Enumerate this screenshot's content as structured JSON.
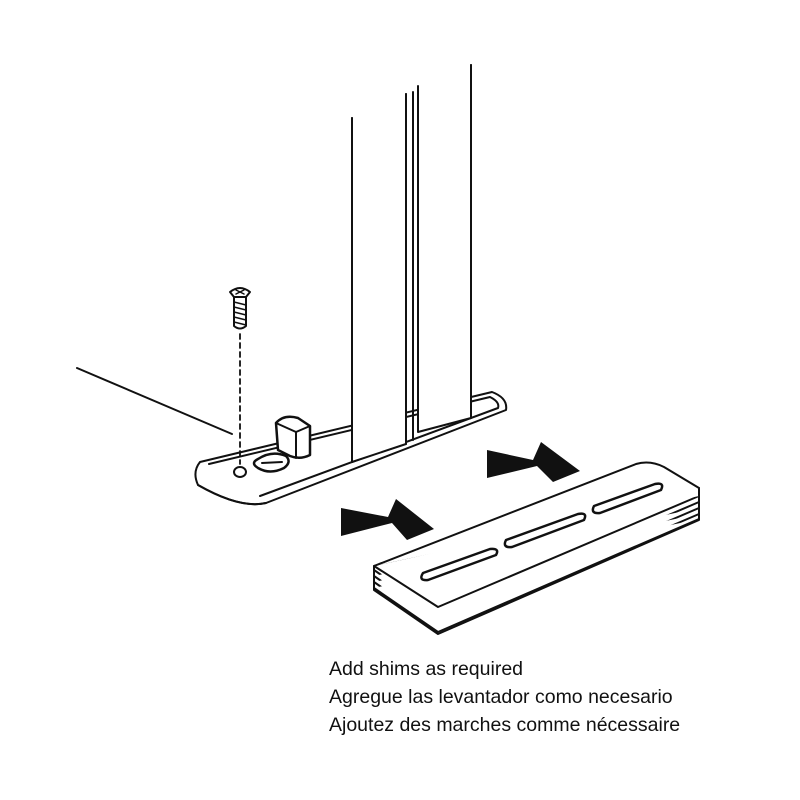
{
  "instructions": {
    "english": "Add shims as required",
    "spanish": "Agregue las levantador como necesario",
    "french": "Ajoutez des marches comme nécessaire"
  },
  "colors": {
    "ink": "#111111",
    "paper": "#ffffff"
  },
  "icons": [
    "screw-icon",
    "arrow-right-icon"
  ]
}
